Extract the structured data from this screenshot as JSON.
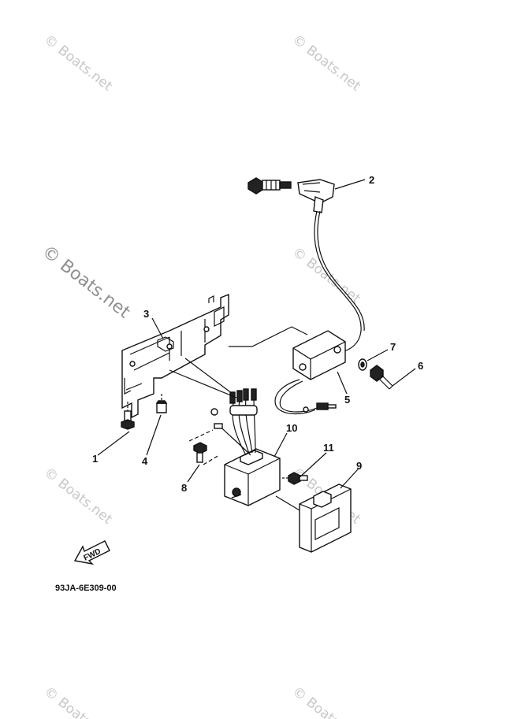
{
  "diagram": {
    "figure_code": "93JA-6E309-00",
    "direction_label": "FWD",
    "watermark": "© Boats.net",
    "callouts": [
      {
        "id": "1",
        "label": "1"
      },
      {
        "id": "2",
        "label": "2"
      },
      {
        "id": "3",
        "label": "3"
      },
      {
        "id": "4",
        "label": "4"
      },
      {
        "id": "5",
        "label": "5"
      },
      {
        "id": "6",
        "label": "6"
      },
      {
        "id": "7",
        "label": "7"
      },
      {
        "id": "8",
        "label": "8"
      },
      {
        "id": "9",
        "label": "9"
      },
      {
        "id": "10",
        "label": "10"
      },
      {
        "id": "11",
        "label": "11"
      }
    ]
  }
}
